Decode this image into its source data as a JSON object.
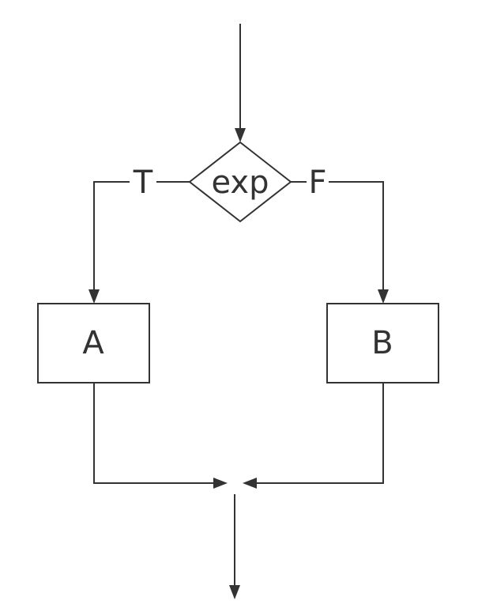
{
  "diagram": {
    "condition": {
      "label": "exp"
    },
    "true_branch": {
      "label": "T"
    },
    "false_branch": {
      "label": "F"
    },
    "box_a": {
      "label": "A"
    },
    "box_b": {
      "label": "B"
    }
  },
  "colors": {
    "stroke": "#333333",
    "background": "#ffffff"
  }
}
